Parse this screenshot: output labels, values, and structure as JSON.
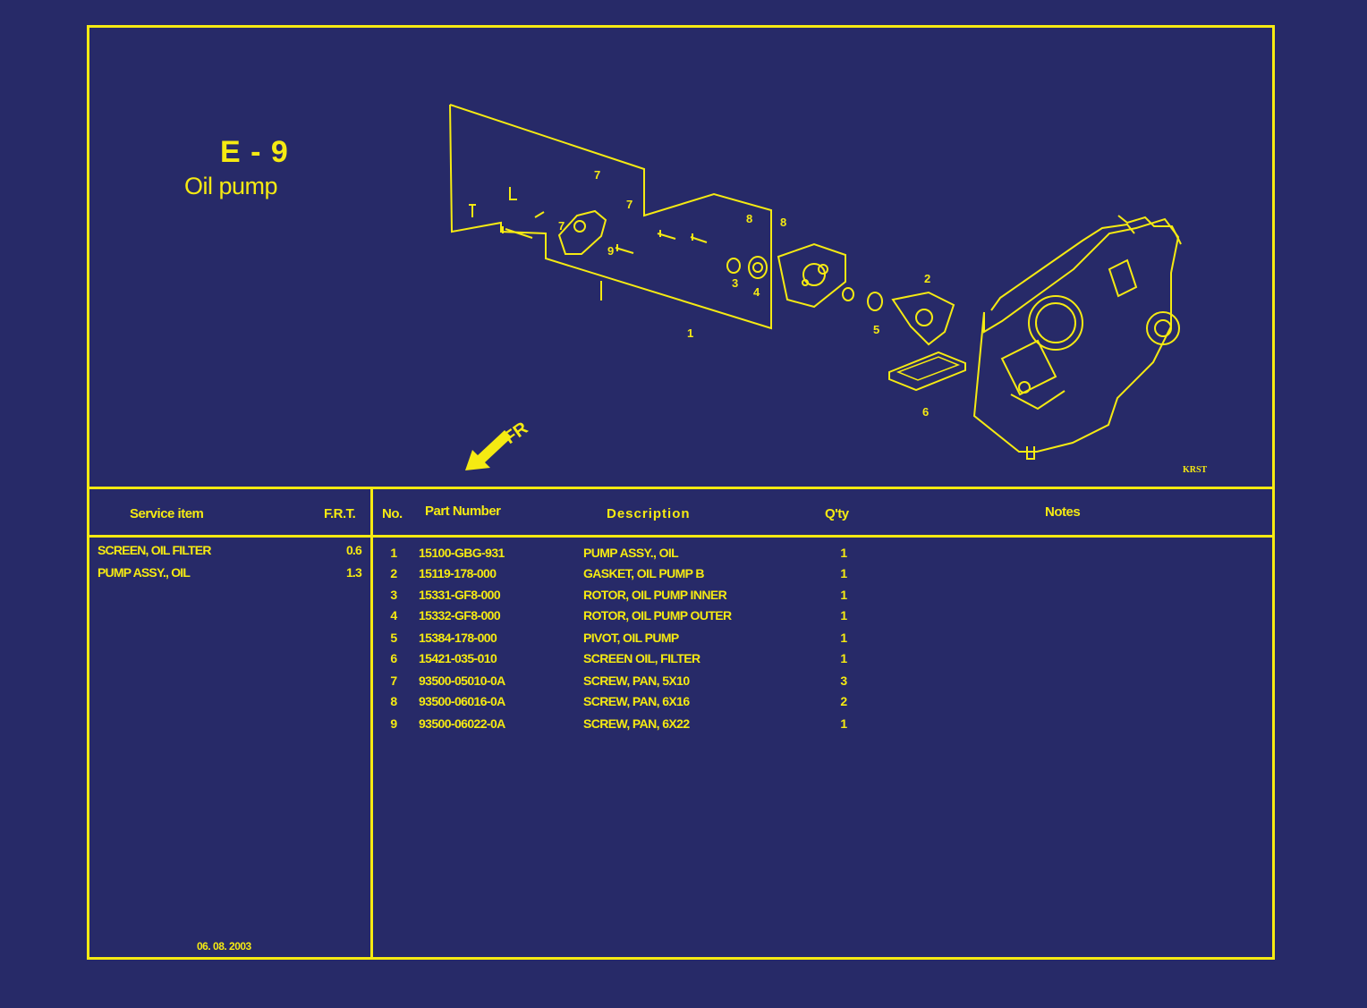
{
  "diagram": {
    "code": "E - 9",
    "title": "Oil pump",
    "direction_label": "FR",
    "drawing_code": "KRST",
    "callouts": [
      "7",
      "7",
      "7",
      "9",
      "8",
      "8",
      "3",
      "4",
      "1",
      "2",
      "5",
      "6"
    ]
  },
  "table": {
    "headers": {
      "service_item": "Service item",
      "frt": "F.R.T.",
      "no": "No.",
      "part_number": "Part Number",
      "description": "Description",
      "qty": "Q'ty",
      "notes": "Notes"
    },
    "service_items": [
      {
        "name": "SCREEN, OIL FILTER",
        "frt": "0.6"
      },
      {
        "name": "PUMP ASSY., OIL",
        "frt": "1.3"
      }
    ],
    "parts": [
      {
        "no": "1",
        "part_number": "15100-GBG-931",
        "description": "PUMP ASSY., OIL",
        "qty": "1"
      },
      {
        "no": "2",
        "part_number": "15119-178-000",
        "description": "GASKET, OIL PUMP B",
        "qty": "1"
      },
      {
        "no": "3",
        "part_number": "15331-GF8-000",
        "description": "ROTOR, OIL PUMP INNER",
        "qty": "1"
      },
      {
        "no": "4",
        "part_number": "15332-GF8-000",
        "description": "ROTOR, OIL PUMP OUTER",
        "qty": "1"
      },
      {
        "no": "5",
        "part_number": "15384-178-000",
        "description": "PIVOT, OIL PUMP",
        "qty": "1"
      },
      {
        "no": "6",
        "part_number": "15421-035-010",
        "description": "SCREEN OIL, FILTER",
        "qty": "1"
      },
      {
        "no": "7",
        "part_number": "93500-05010-0A",
        "description": "SCREW, PAN, 5X10",
        "qty": "3"
      },
      {
        "no": "8",
        "part_number": "93500-06016-0A",
        "description": "SCREW, PAN, 6X16",
        "qty": "2"
      },
      {
        "no": "9",
        "part_number": "93500-06022-0A",
        "description": "SCREW, PAN, 6X22",
        "qty": "1"
      }
    ],
    "date": "06. 08. 2003"
  },
  "colors": {
    "background": "#272a68",
    "line": "#f5ea12"
  }
}
